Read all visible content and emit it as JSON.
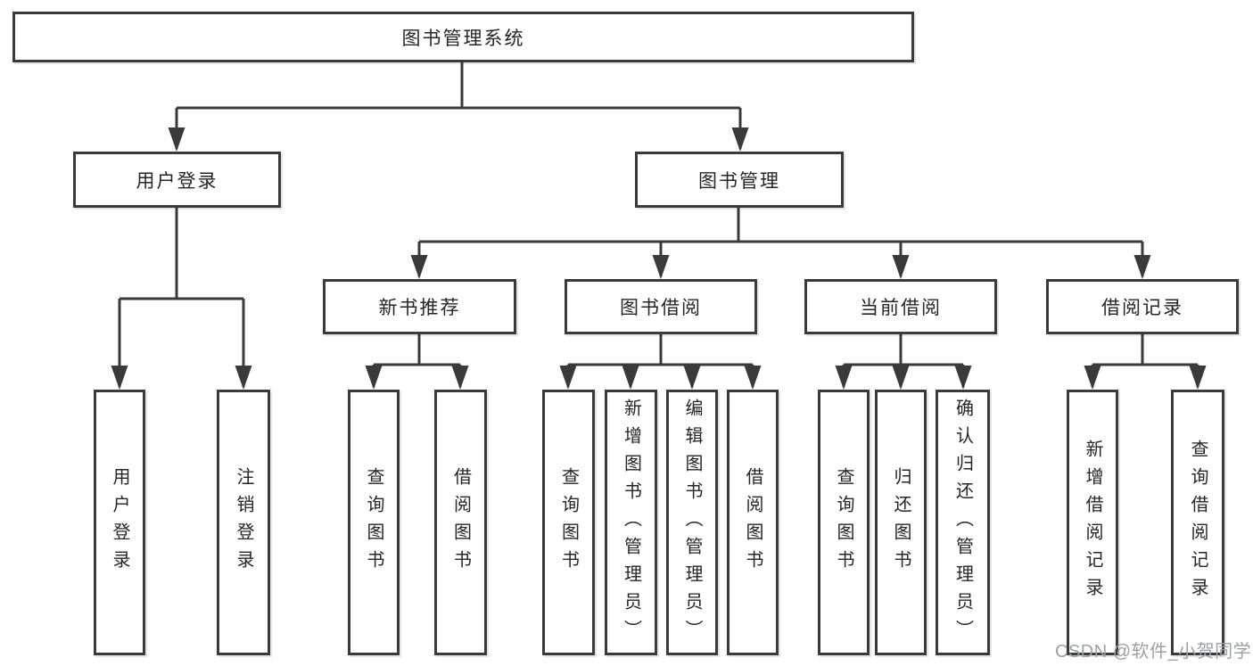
{
  "root": {
    "label": "图书管理系统"
  },
  "branches": {
    "user_login": {
      "label": "用户登录",
      "children": [
        {
          "label": "用户登录"
        },
        {
          "label": "注销登录"
        }
      ]
    },
    "book_mgmt": {
      "label": "图书管理",
      "children": {
        "new_book": {
          "label": "新书推荐",
          "children": [
            {
              "label": "查询图书"
            },
            {
              "label": "借阅图书"
            }
          ]
        },
        "borrow": {
          "label": "图书借阅",
          "children": [
            {
              "label": "查询图书"
            },
            {
              "label": "新增图书（管理员）"
            },
            {
              "label": "编辑图书（管理员）"
            },
            {
              "label": "借阅图书"
            }
          ]
        },
        "current": {
          "label": "当前借阅",
          "children": [
            {
              "label": "查询图书"
            },
            {
              "label": "归还图书"
            },
            {
              "label": "确认归还（管理员）"
            }
          ]
        },
        "records": {
          "label": "借阅记录",
          "children": [
            {
              "label": "新增借阅记录"
            },
            {
              "label": "查询借阅记录"
            }
          ]
        }
      }
    }
  },
  "watermark": {
    "text": "CSDN @软件_小贺同学"
  },
  "colors": {
    "line": "#3a3a3a",
    "box_border": "#3a3a3a",
    "text": "#262626",
    "watermark": "#9da0a5",
    "background": "#ffffff"
  }
}
